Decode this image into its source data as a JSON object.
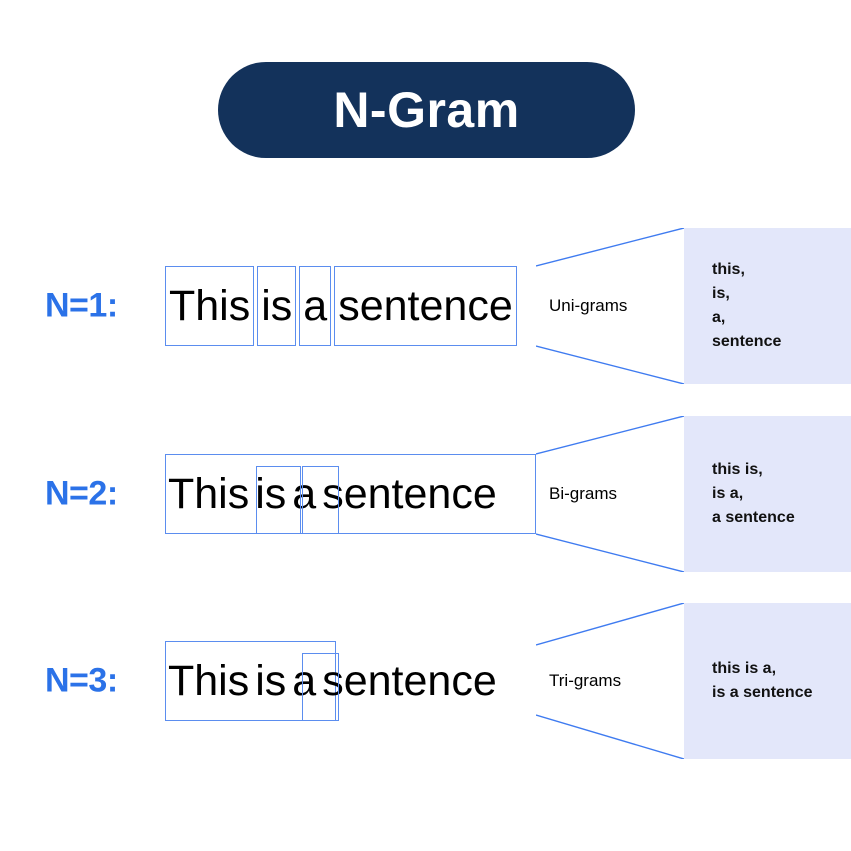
{
  "title": {
    "text": "N-Gram"
  },
  "colors": {
    "pill_background": "#13325b",
    "pill_text": "#ffffff",
    "label_blue": "#2b72e8",
    "box_border": "#5b8def",
    "panel_background": "#e3e7fa",
    "page_background": "#ffffff"
  },
  "rows": [
    {
      "n_label": "N=1:",
      "words": [
        "This",
        "is",
        "a",
        "sentence"
      ],
      "funnel_label": "Uni-grams",
      "outputs": [
        "this,",
        "is,",
        "a,",
        "sentence"
      ]
    },
    {
      "n_label": "N=2:",
      "words": [
        "This",
        "is",
        "a",
        "sentence"
      ],
      "funnel_label": "Bi-grams",
      "outputs": [
        "this is,",
        "is a,",
        "a sentence"
      ]
    },
    {
      "n_label": "N=3:",
      "words": [
        "This",
        "is",
        "a",
        "sentence"
      ],
      "funnel_label": "Tri-grams",
      "outputs": [
        "this is a,",
        "is a sentence"
      ]
    }
  ]
}
